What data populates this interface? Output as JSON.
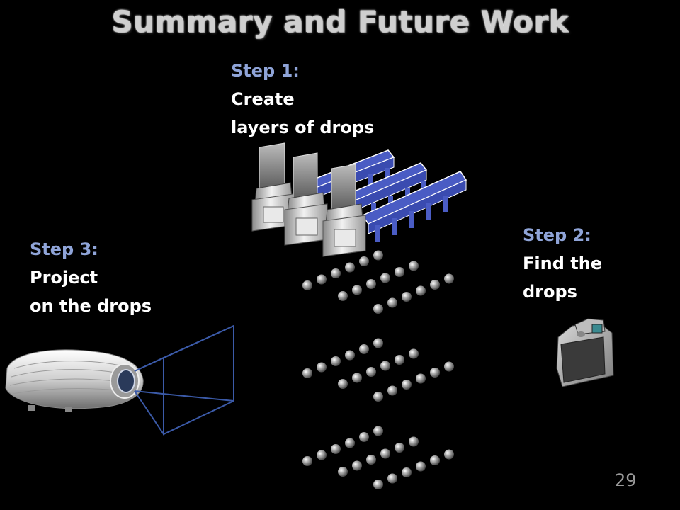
{
  "slide": {
    "title": "Summary and Future Work",
    "page_number": "29"
  },
  "steps": {
    "step1": {
      "heading": "Step 1:",
      "line1": "Create",
      "line2": "layers of drops"
    },
    "step2": {
      "heading": "Step 2:",
      "line1": "Find the",
      "line2": "drops"
    },
    "step3": {
      "heading": "Step 3:",
      "line1": "Project",
      "line2": "on the drops"
    }
  },
  "colors": {
    "background": "#000000",
    "heading_blue": "#8fa4d8",
    "emitter_blue": "#4a5cc4",
    "frustum_blue": "#3b5aa8"
  },
  "icons": [
    "drop-emitter-icon",
    "valve-icon",
    "projector-icon",
    "camera-icon",
    "water-drop-icon"
  ]
}
